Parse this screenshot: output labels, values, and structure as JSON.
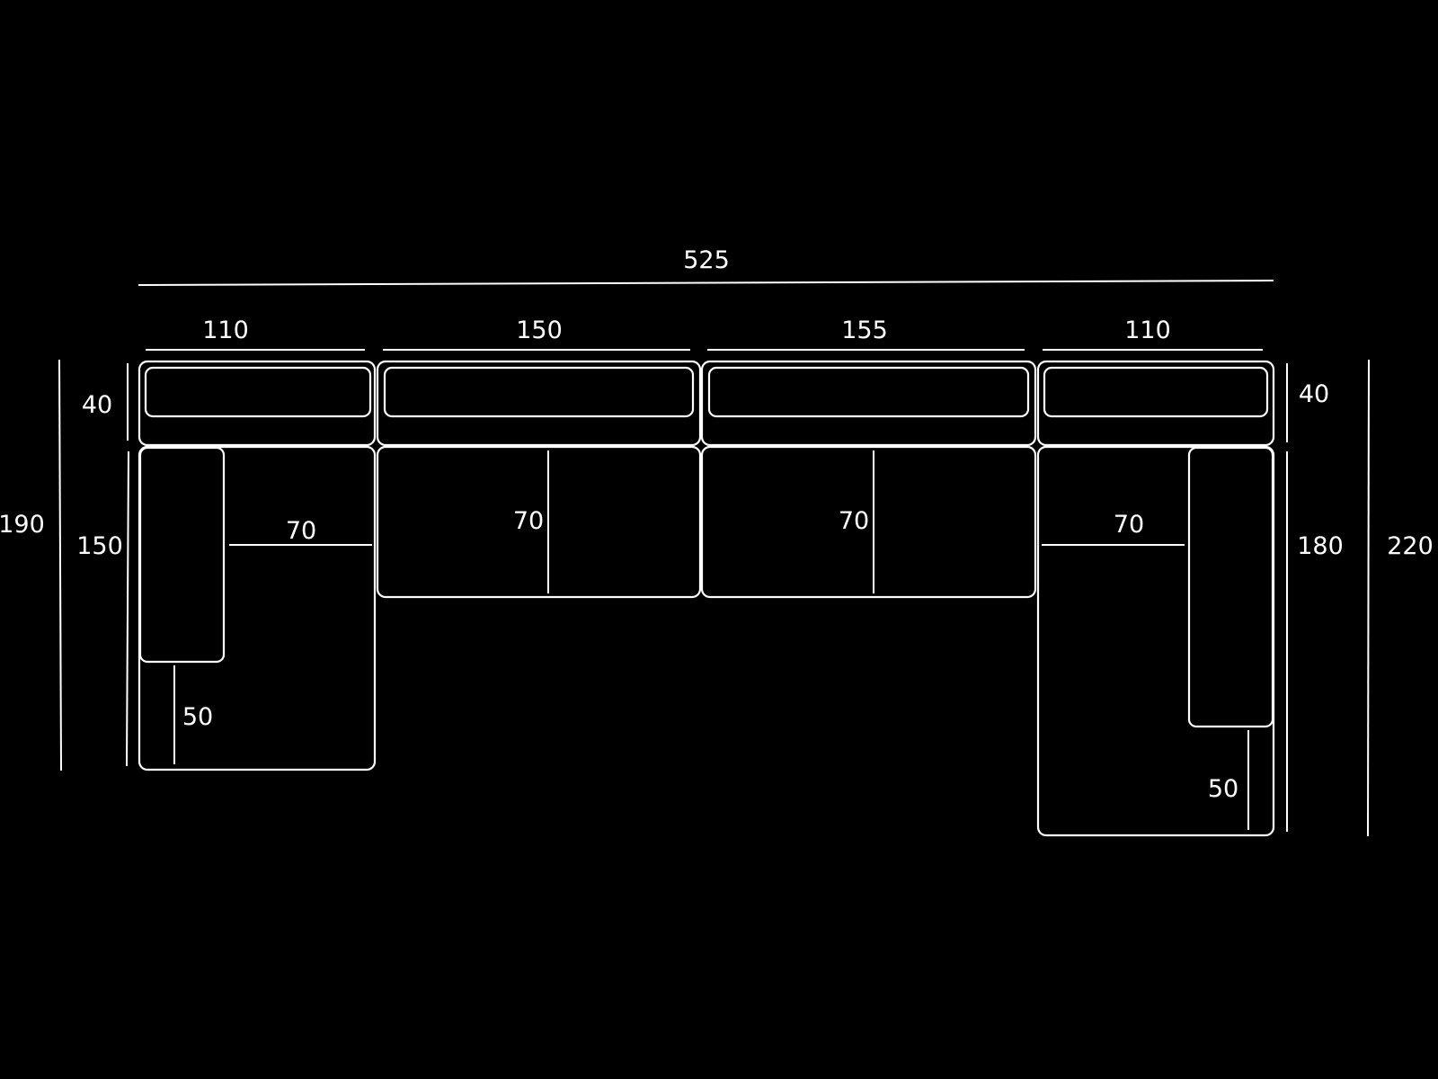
{
  "colors": {
    "background": "#000000",
    "line": "#ffffff"
  },
  "dimensions": {
    "overall_width": "525",
    "module_1_width": "110",
    "module_2_width": "150",
    "module_3_width": "155",
    "module_4_width": "110",
    "left_backrest_depth": "40",
    "right_backrest_depth": "40",
    "left_total_depth": "190",
    "left_seat_depth": "150",
    "left_seat_width": "70",
    "middle_left_seat_depth": "70",
    "middle_right_seat_depth": "70",
    "right_seat_width": "70",
    "right_seat_depth": "180",
    "right_total_depth": "220",
    "left_armrest_gap": "50",
    "right_armrest_gap": "50"
  }
}
